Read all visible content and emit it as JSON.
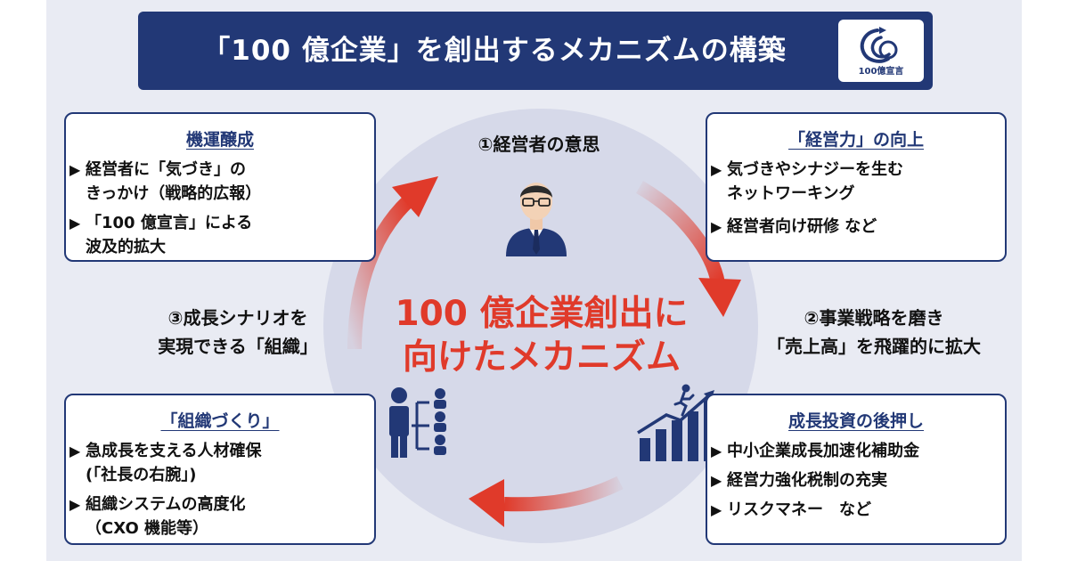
{
  "title": "「100 億企業」を創出するメカニズムの構築",
  "logo": {
    "text": "100億宣言",
    "icon": "swirl-logo-icon"
  },
  "center": {
    "line1": "100 億企業創出に",
    "line2": "向けたメカニズム"
  },
  "stages": {
    "s1": {
      "line1": "①経営者の意思"
    },
    "s2": {
      "line1": "②事業戦略を磨き",
      "line2": "「売上高」を飛躍的に拡大"
    },
    "s3": {
      "line1": "③成長シナリオを",
      "line2": "実現できる「組織」"
    }
  },
  "boxes": {
    "top_left": {
      "title": "機運醸成",
      "items": [
        {
          "lines": [
            "経営者に「気づき」の",
            "きっかけ（戦略的広報）"
          ]
        },
        {
          "lines": [
            "「100 億宣言」による",
            "波及的拡大"
          ]
        }
      ]
    },
    "top_right": {
      "title": "「経営力」の向上",
      "items": [
        {
          "lines": [
            "気づきやシナジーを生む",
            "ネットワーキング"
          ]
        },
        {
          "lines": [
            "経営者向け研修 など"
          ]
        }
      ]
    },
    "bottom_left": {
      "title": "「組織づくり」",
      "items": [
        {
          "lines": [
            "急成長を支える人材確保",
            "(「社長の右腕」)"
          ]
        },
        {
          "lines": [
            "組織システムの高度化",
            "（CXO 機能等）"
          ]
        }
      ]
    },
    "bottom_right": {
      "title": "成長投資の後押し",
      "items": [
        {
          "lines": [
            "中小企業成長加速化補助金"
          ]
        },
        {
          "lines": [
            "経営力強化税制の充実"
          ]
        },
        {
          "lines": [
            "リスクマネー　など"
          ]
        }
      ]
    }
  },
  "bullet": "▶",
  "colors": {
    "navy": "#223876",
    "red": "#e03a2a",
    "panel": "#e9ebf3",
    "circle": "#d6d9e9"
  }
}
